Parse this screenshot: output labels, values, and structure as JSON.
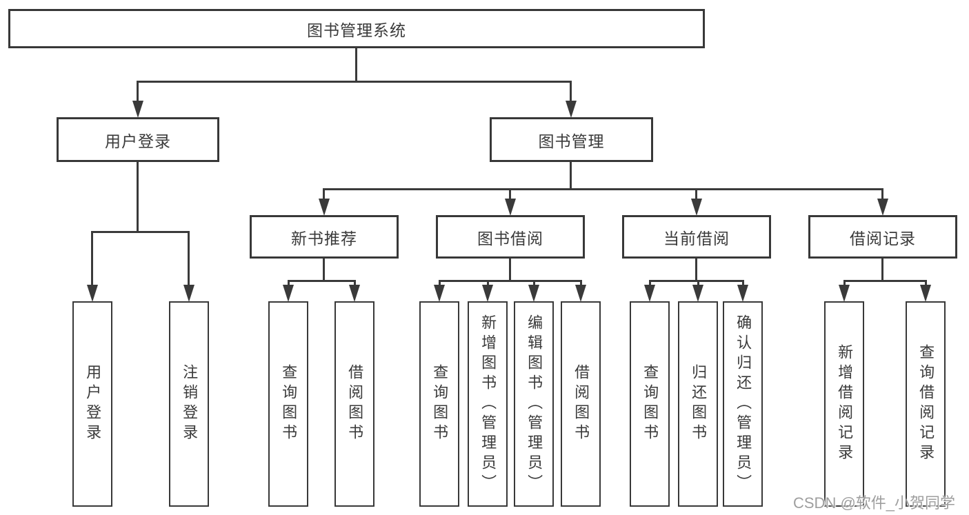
{
  "diagram": {
    "title": "图书管理系统",
    "nodes": {
      "root": "图书管理系统",
      "user_login": "用户登录",
      "book_management": "图书管理",
      "new_book_recommend": "新书推荐",
      "book_borrowing": "图书借阅",
      "current_borrowing": "当前借阅",
      "borrowing_records": "借阅记录"
    },
    "leaves": {
      "user_login": [
        "用户登录",
        "注销登录"
      ],
      "new_book_recommend": [
        "查询图书",
        "借阅图书"
      ],
      "book_borrowing": [
        "查询图书",
        "新增图书（管理员）",
        "编辑图书（管理员）",
        "借阅图书"
      ],
      "current_borrowing": [
        "查询图书",
        "归还图书",
        "确认归还（管理员）"
      ],
      "borrowing_records": [
        "新增借阅记录",
        "查询借阅记录"
      ]
    }
  },
  "watermark": "CSDN @软件_小贺同学",
  "colors": {
    "line": "#3a3a3a",
    "box_border": "#383838",
    "text": "#3a3a3a",
    "background": "#ffffff",
    "watermark": "#9e9e9e"
  }
}
